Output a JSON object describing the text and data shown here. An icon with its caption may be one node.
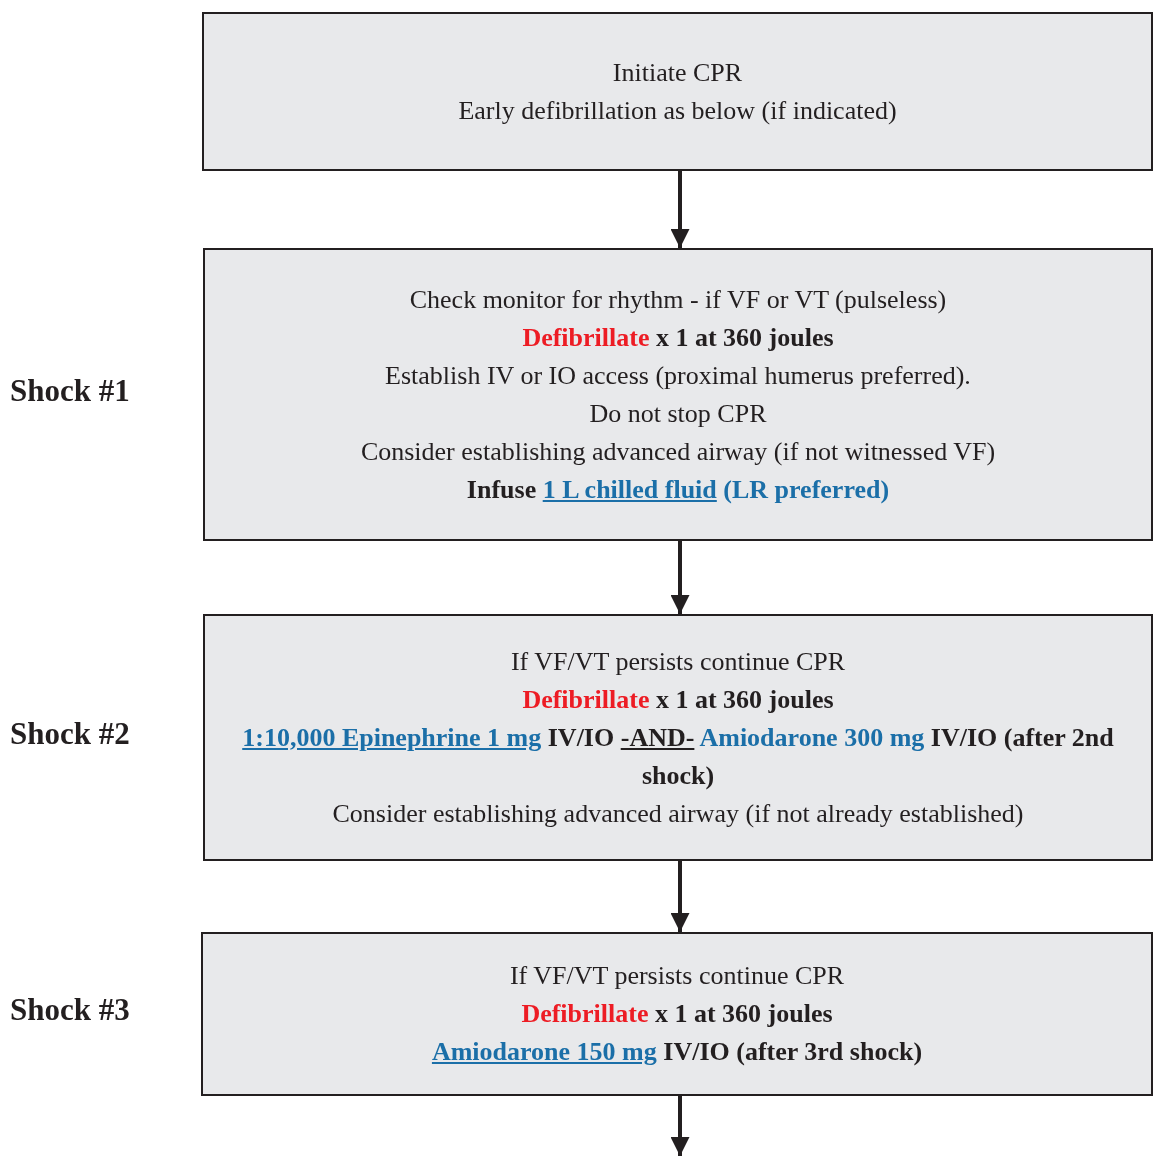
{
  "diagram": {
    "nodes": [
      {
        "text": [
          "Initiate CPR",
          "Early defibrillation as below (if indicated)"
        ]
      },
      {
        "text": [
          "Check monitor for rhythm - if VF or VT (pulseless)",
          "**Defibrillate** x 1 at 360 joules",
          "Establish IV or IO access (proximal humerus preferred).",
          "Do not stop CPR",
          "Consider establishing advanced airway (if not witnessed VF)",
          "Infuse **1 L chilled fluid** **(LR preferred)**"
        ],
        "beside": [
          "Shock #1"
        ]
      },
      {
        "text": [
          "If VF/VT persists continue CPR",
          "**Defibrillate** x 1 at 360 joules",
          "**1:10,000 Epinephrine 1 mg** IV/IO **-AND-** **Amiodarone 300 mg** IV/IO (after 2nd shock)",
          "Consider establishing advanced airway (if not already established)"
        ],
        "beside": [
          "Shock #2"
        ]
      },
      {
        "text": [
          "If VF/VT persists continue CPR",
          "**Defibrillate** x 1 at 360 joules",
          "**Amiodarone 150 mg** IV/IO (after 3rd shock)"
        ],
        "beside": [
          "Shock #3"
        ]
      }
    ],
    "edges": [
      {
        "from": 0,
        "to": 1,
        "arrow": "to"
      },
      {
        "from": 1,
        "to": 2,
        "arrow": "to"
      },
      {
        "from": 2,
        "to": 3,
        "arrow": "to"
      },
      {
        "from": 3,
        "to": null,
        "arrow": "to"
      }
    ]
  }
}
